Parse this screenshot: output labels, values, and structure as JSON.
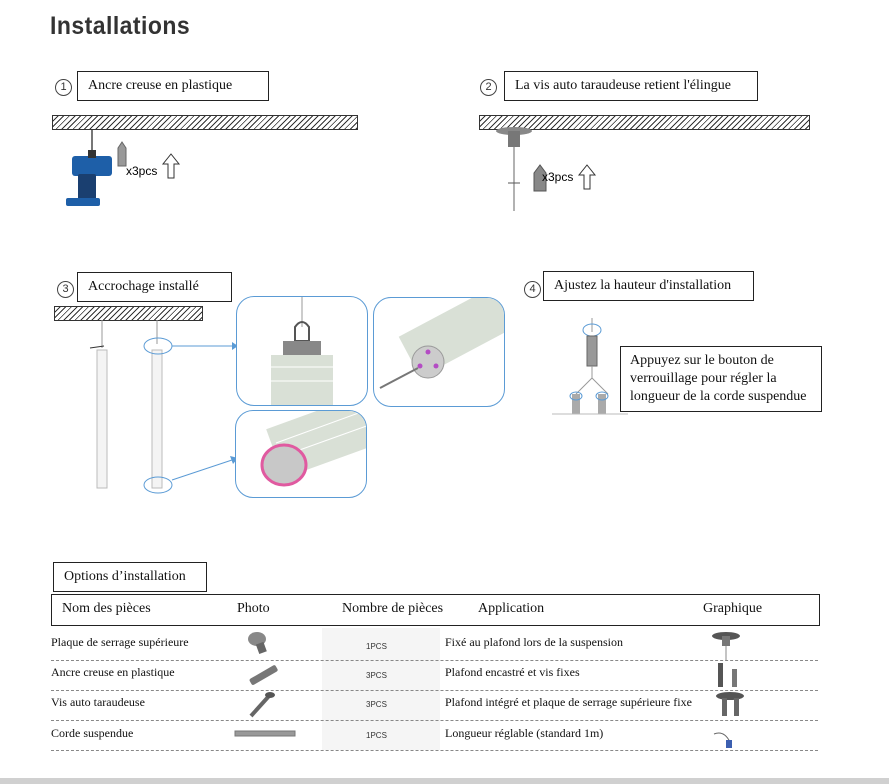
{
  "page": {
    "title": "Installations"
  },
  "steps": [
    {
      "num": "1",
      "label": "Ancre creuse en plastique",
      "qty": "x3pcs"
    },
    {
      "num": "2",
      "label": "La vis auto taraudeuse retient l'élingue",
      "qty": "x3pcs"
    },
    {
      "num": "3",
      "label": "Accrochage installé"
    },
    {
      "num": "4",
      "label": "Ajustez la hauteur d'installation",
      "note": "Appuyez sur le bouton de verrouillage pour régler la longueur de la corde suspendue"
    }
  ],
  "options": {
    "title": "Options d’installation",
    "headers": [
      "Nom des pièces",
      "Photo",
      "Nombre de pièces",
      "Application",
      "Graphique"
    ],
    "rows": [
      {
        "name": "Plaque de serrage supérieure",
        "qty": "1PCS",
        "application": "Fixé au plafond lors de la suspension"
      },
      {
        "name": "Ancre creuse en plastique",
        "qty": "3PCS",
        "application": "Plafond encastré et vis fixes"
      },
      {
        "name": "Vis auto taraudeuse",
        "qty": "3PCS",
        "application": "Plafond intégré et plaque de serrage supérieure fixe"
      },
      {
        "name": "Corde suspendue",
        "qty": "1PCS",
        "application": "Longueur réglable (standard 1m)"
      }
    ]
  },
  "colors": {
    "callout": "#5b9bd5",
    "tube_band": "#e05aa0",
    "drill_blue": "#1e5fa8"
  }
}
